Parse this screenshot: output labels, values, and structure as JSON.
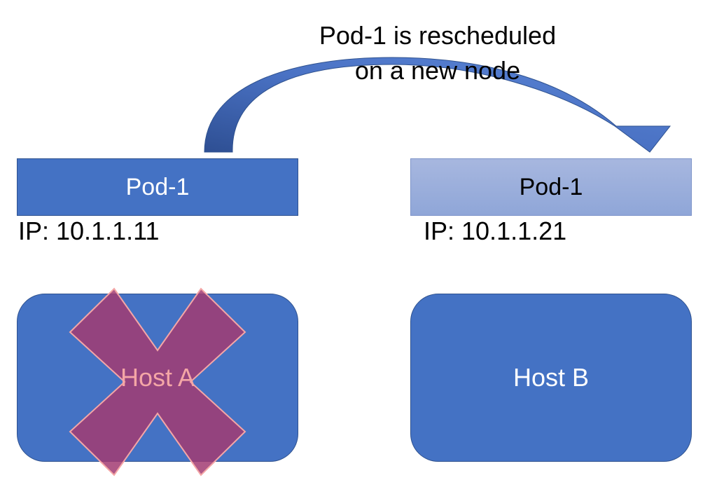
{
  "caption": {
    "line1": "Pod-1 is rescheduled",
    "line2": "on a new node"
  },
  "pods": {
    "old": {
      "label": "Pod-1",
      "ip": "IP: 10.1.1.11"
    },
    "new": {
      "label": "Pod-1",
      "ip": "IP: 10.1.1.21"
    }
  },
  "hosts": {
    "a": {
      "label": "Host A",
      "status": "failed"
    },
    "b": {
      "label": "Host B"
    }
  },
  "colors": {
    "node_blue": "#4472c4",
    "node_border": "#2f528f",
    "rescheduled_pod": "#9baedb",
    "arrow_dark": "#2e4f93",
    "arrow_light": "#5b85d6",
    "cross_fill": "#a23b72",
    "cross_edge": "#f4a6a6"
  },
  "icons": {
    "failure_mark": "cross-icon",
    "move_arrow": "curved-arrow-icon"
  }
}
